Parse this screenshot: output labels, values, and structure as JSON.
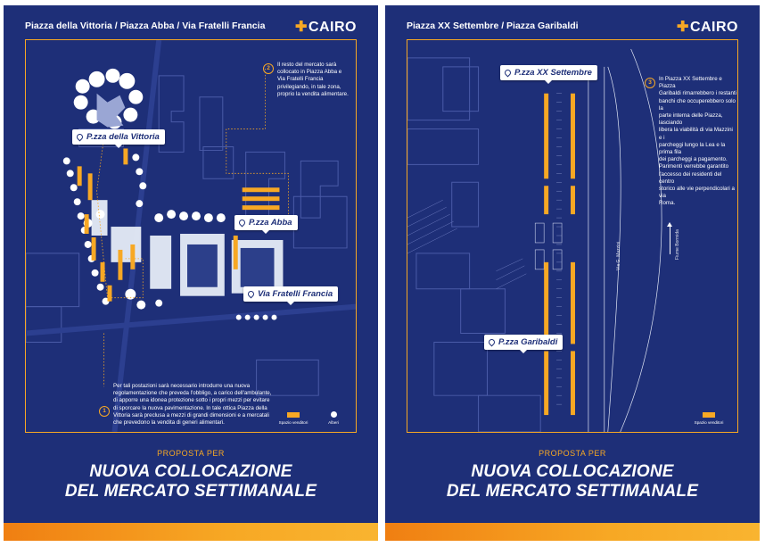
{
  "left_poster": {
    "header": "Piazza della Vittoria / Piazza Abba / Via Fratelli Francia",
    "logo": "CAIRO",
    "pins": {
      "vittoria": "P.zza della Vittoria",
      "abba": "P.zza Abba",
      "francia": "Via Fratelli Francia"
    },
    "note2": {
      "num": "2",
      "lines": [
        "Il resto del mercato sarà",
        "collocato in Piazza Abba e",
        "Via Fratelli Francia",
        "privilegiando, in tale zona,",
        "proprio la vendita alimentare."
      ]
    },
    "note1": {
      "num": "1",
      "lines": [
        "Per tali postazioni sarà necessario introdurre una nuova",
        "regolamentazione che preveda l'obbligo, a carico dell'ambulante,",
        "di apporre una idonea protezione sotto i propri mezzi per evitare",
        "di sporcare la nuova pavimentazione. In tale ottica Piazza della",
        "Vittoria sarà preclusa a mezzi di grandi dimensioni e a mercatali",
        "che prevedono la vendita di generi alimentari."
      ]
    },
    "legend": {
      "stalls": "Spazio venditori",
      "trees": "Alberi"
    },
    "subtitle": "PROPOSTA PER",
    "title_line1": "NUOVA COLLOCAZIONE",
    "title_line2": "DEL MERCATO SETTIMANALE"
  },
  "right_poster": {
    "header": "Piazza XX Settembre / Piazza Garibaldi",
    "logo": "CAIRO",
    "pins": {
      "settembre": "P.zza XX Settembre",
      "garibaldi": "P.zza Garibaldi"
    },
    "note3": {
      "num": "3",
      "lines": [
        "In Piazza XX Settembre e Piazza",
        "Garibaldi rimarrebbero i restanti",
        "banchi che occuperebbero solo la",
        "parte interna delle Piazza, lasciando",
        "libera la viabilità di via Mazzini e i",
        "parcheggi lungo la Lea e la prima fila",
        "dei parcheggi a pagamento.",
        "Parimenti verrebbe garantito",
        "l'accesso dei residenti del centro",
        "storico alle vie perpendicolari a via",
        "Roma."
      ]
    },
    "street_mazzini": "Via G. Mazzini",
    "river": "Fiume Bormida",
    "legend": {
      "stalls": "Spazio venditori"
    },
    "subtitle": "PROPOSTA PER",
    "title_line1": "NUOVA COLLOCAZIONE",
    "title_line2": "DEL MERCATO SETTIMANALE"
  },
  "colors": {
    "background": "#1e2f78",
    "accent": "#f7a824",
    "text": "#ffffff"
  }
}
